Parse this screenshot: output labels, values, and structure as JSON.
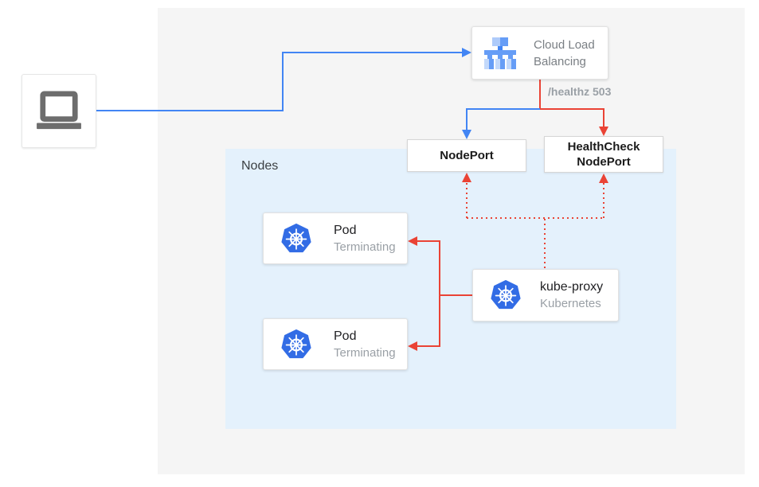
{
  "colors": {
    "blue": "#4285f4",
    "red": "#ea4335",
    "k8s_blue": "#326ce5",
    "nodes_bg": "#e4f1fc",
    "panel_bg": "#f5f5f5",
    "icon_blue_light": "#c3d9fb",
    "icon_blue_pale": "#aecbfa",
    "icon_blue_mid": "#669df6",
    "icon_blue_dark": "#4285f4"
  },
  "icons": {
    "client": "laptop-icon",
    "load_balancer": "cloud-load-balancing-icon",
    "kubernetes": "kubernetes-icon"
  },
  "nodes_group": {
    "label": "Nodes"
  },
  "load_balancer": {
    "label": "Cloud Load Balancing"
  },
  "health_check_status": "/healthz 503",
  "node_port": {
    "label": "NodePort"
  },
  "health_check_node_port": {
    "label": "HealthCheck NodePort"
  },
  "pods": [
    {
      "title": "Pod",
      "status": "Terminating"
    },
    {
      "title": "Pod",
      "status": "Terminating"
    }
  ],
  "kube_proxy": {
    "title": "kube-proxy",
    "subtitle": "Kubernetes"
  }
}
